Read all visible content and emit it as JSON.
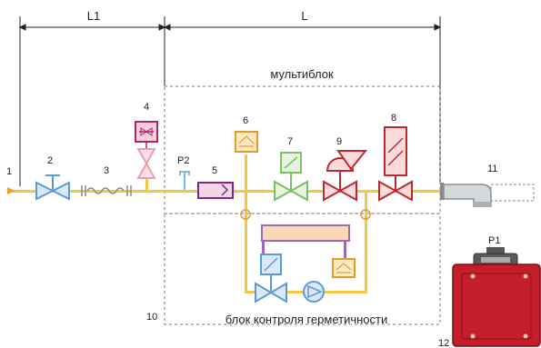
{
  "dimensions": {
    "l1": "L1",
    "l": "L"
  },
  "labels": {
    "multiblock": "мультиблок",
    "leak_test_block": "блок контроля герметичности"
  },
  "numbers": {
    "n1": "1",
    "n2": "2",
    "n3": "3",
    "n4": "4",
    "n5": "5",
    "n6": "6",
    "n7": "7",
    "n8": "8",
    "n9": "9",
    "n10": "10",
    "n11": "11",
    "n12": "12"
  },
  "pressure_points": {
    "p1": "P1",
    "p2": "P2"
  },
  "colors": {
    "pipe": "#f5c842",
    "valve_blue": "#5b9bd5",
    "valve_red": "#c0282e",
    "valve_green": "#7bbf6a",
    "pink": "#e8a0b0",
    "magenta": "#b0246e",
    "purple": "#7a2a8a",
    "burner": "#c41e2a",
    "pipe_grey": "#b8bcc0",
    "dash_line": "#777777"
  }
}
